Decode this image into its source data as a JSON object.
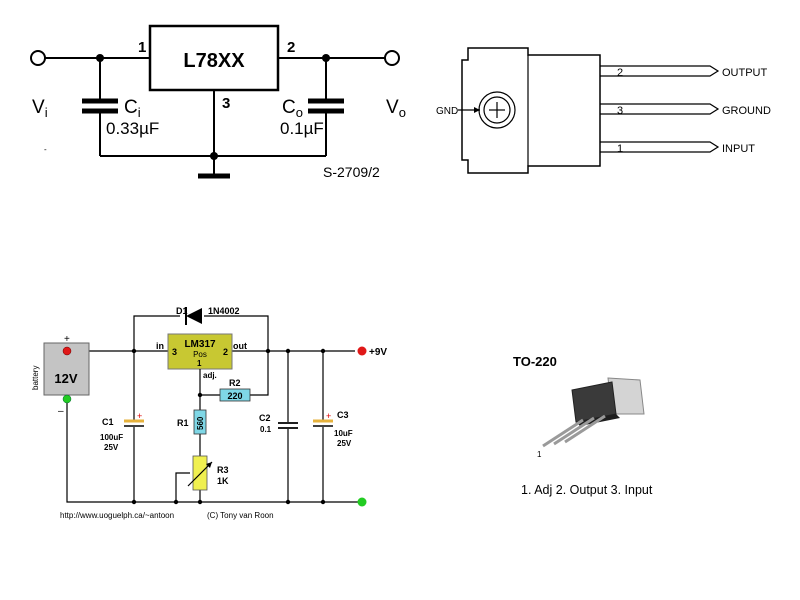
{
  "l78": {
    "chip": "L78XX",
    "pin1": "1",
    "pin2": "2",
    "pin3": "3",
    "vi": "V",
    "vi_sub": "i",
    "vo": "V",
    "vo_sub": "o",
    "ci": "C",
    "ci_sub": "i",
    "ci_val": "0.33µF",
    "co": "C",
    "co_sub": "o",
    "co_val": "0.1µF",
    "ref": "S-2709/2"
  },
  "pinout": {
    "gnd": "GND",
    "pins": [
      {
        "num": "2",
        "label": "OUTPUT"
      },
      {
        "num": "3",
        "label": "GROUND"
      },
      {
        "num": "1",
        "label": "INPUT"
      }
    ]
  },
  "lm317": {
    "chip": "LM317",
    "pos": "Pos",
    "pin_in": "3",
    "pin_out": "2",
    "pin_adj": "1",
    "in": "in",
    "out": "out",
    "adj": "adj.",
    "d1": "D1",
    "d1_part": "1N4002",
    "battery": "battery",
    "bat_v": "12V",
    "plus": "+",
    "minus": "–",
    "c1": "C1",
    "c1_val1": "100uF",
    "c1_val2": "25V",
    "r1": "R1",
    "r1_val": "560",
    "r2": "R2",
    "r2_val": "220",
    "r3": "R3",
    "r3_val": "1K",
    "c2": "C2",
    "c2_val": "0.1",
    "c3": "C3",
    "c3_val1": "10uF",
    "c3_val2": "25V",
    "vout": "+9V",
    "url": "http://www.uoguelph.ca/~antoon",
    "credit": "(C) Tony van Roon"
  },
  "to220": {
    "title": "TO-220",
    "pin_one": "1",
    "caption": "1. Adj 2. Output 3. Input"
  },
  "colors": {
    "chip": "#c8c832",
    "resistor": "#7fd7e6",
    "pot": "#f0f050",
    "battery": "#c4c4c4",
    "red_dot": "#e01818",
    "green_dot": "#22cc22",
    "cap_plate": "#e6b23c"
  }
}
